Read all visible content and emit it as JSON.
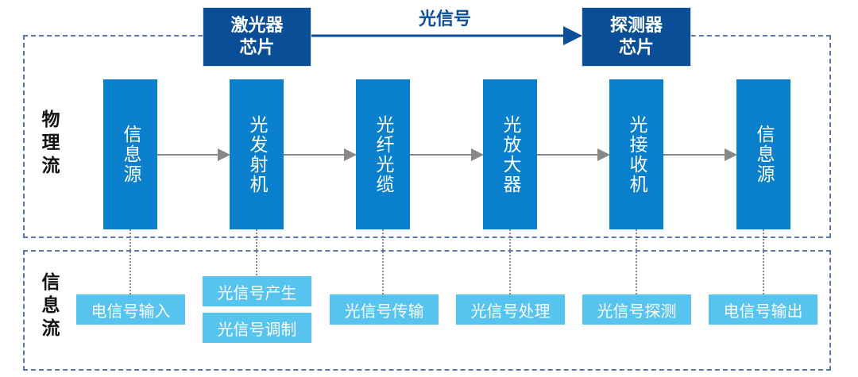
{
  "top": {
    "laser_chip": "激光器\n芯片",
    "detector_chip": "探测器\n芯片",
    "signal_label": "光信号"
  },
  "sections": {
    "physical_flow": "物理流",
    "info_flow": "信息流"
  },
  "physical_blocks": [
    "信息源",
    "光发射机",
    "光纤光缆",
    "光放大器",
    "光接收机",
    "信息源"
  ],
  "info_labels": [
    "电信号输入",
    "光信号产生",
    "光信号调制",
    "光信号传输",
    "光信号处理",
    "光信号探测",
    "电信号输出"
  ],
  "colors": {
    "chip": "#0a4e98",
    "block": "#0a7fcc",
    "label": "#56c4ef",
    "dashed_border": "#5b78ad",
    "arrow": "#888888"
  }
}
